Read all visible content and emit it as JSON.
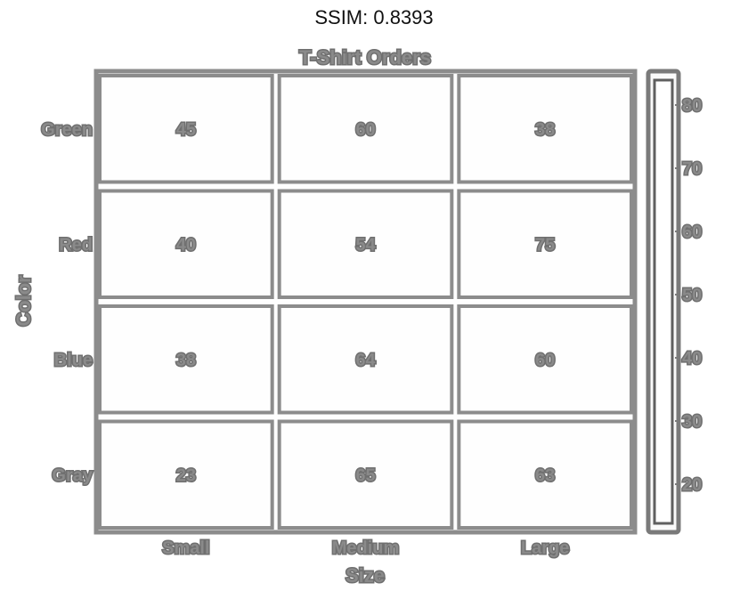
{
  "header": {
    "title": "SSIM: 0.8393"
  },
  "chart_data": {
    "type": "heatmap",
    "title": "T-Shirt Orders",
    "xlabel": "Size",
    "ylabel": "Color",
    "x_categories": [
      "Small",
      "Medium",
      "Large"
    ],
    "y_categories": [
      "Green",
      "Red",
      "Blue",
      "Gray"
    ],
    "values": [
      [
        45,
        60,
        38
      ],
      [
        40,
        54,
        75
      ],
      [
        38,
        64,
        60
      ],
      [
        23,
        65,
        63
      ]
    ],
    "colorbar": {
      "ticks": [
        80,
        70,
        60,
        50,
        40,
        30,
        20
      ],
      "range": [
        20,
        80
      ]
    },
    "colors": {
      "cell_fill": "#fefefe",
      "grid_line": "#8c8c8c",
      "text": "#8a8a8a",
      "colorbar_border": "#7a7a7a"
    }
  }
}
